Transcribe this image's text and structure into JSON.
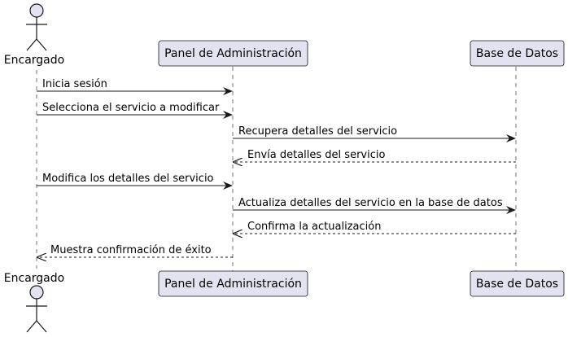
{
  "participants": [
    {
      "id": "encargado",
      "label": "Encargado",
      "kind": "actor"
    },
    {
      "id": "panel",
      "label": "Panel de Administración",
      "kind": "participant"
    },
    {
      "id": "bd",
      "label": "Base de Datos",
      "kind": "participant"
    }
  ],
  "messages": [
    {
      "from": "encargado",
      "to": "panel",
      "text": "Inicia sesión",
      "style": "solid"
    },
    {
      "from": "encargado",
      "to": "panel",
      "text": "Selecciona el servicio a modificar",
      "style": "solid"
    },
    {
      "from": "panel",
      "to": "bd",
      "text": "Recupera detalles del servicio",
      "style": "solid"
    },
    {
      "from": "bd",
      "to": "panel",
      "text": "Envía detalles del servicio",
      "style": "dashed"
    },
    {
      "from": "encargado",
      "to": "panel",
      "text": "Modifica los detalles del servicio",
      "style": "solid"
    },
    {
      "from": "panel",
      "to": "bd",
      "text": "Actualiza detalles del servicio en la base de datos",
      "style": "solid"
    },
    {
      "from": "bd",
      "to": "panel",
      "text": "Confirma la actualización",
      "style": "dashed"
    },
    {
      "from": "panel",
      "to": "encargado",
      "text": "Muestra confirmación de éxito",
      "style": "dashed"
    }
  ],
  "colors": {
    "participant_fill": "#E2E2F0",
    "participant_border": "#181818",
    "lifeline": "#181818",
    "arrow": "#181818"
  }
}
